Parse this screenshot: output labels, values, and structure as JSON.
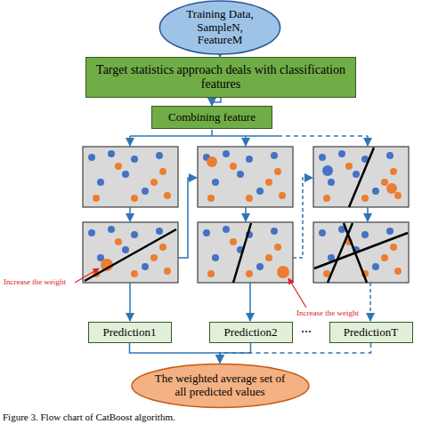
{
  "diagram": {
    "caption": "Figure 3. Flow chart of CatBoost algorithm.",
    "nodes": [
      {
        "text": [
          "Training Data, SampleN, FeatureM"
        ]
      },
      {
        "text": [
          "Target statistics approach deals with classification features"
        ]
      },
      {
        "text": [
          "Combining feature"
        ]
      },
      {
        "text": [
          "Prediction1"
        ]
      },
      {
        "text": [
          "Prediction2"
        ]
      },
      {
        "text": [
          "PredictionT"
        ]
      },
      {
        "text": [
          "The weighted average set of all predicted values"
        ]
      }
    ],
    "edges": [
      {
        "from": 0,
        "to": 1,
        "arrow": "to"
      },
      {
        "from": 1,
        "to": 2,
        "arrow": "to"
      },
      {
        "from": 3,
        "to": 6,
        "arrow": "to"
      },
      {
        "from": 4,
        "to": 6,
        "arrow": "to"
      },
      {
        "from": 5,
        "to": 6,
        "arrow": "to"
      }
    ],
    "labels": [
      "Increase the weight",
      "Increase the weight",
      "..."
    ]
  }
}
